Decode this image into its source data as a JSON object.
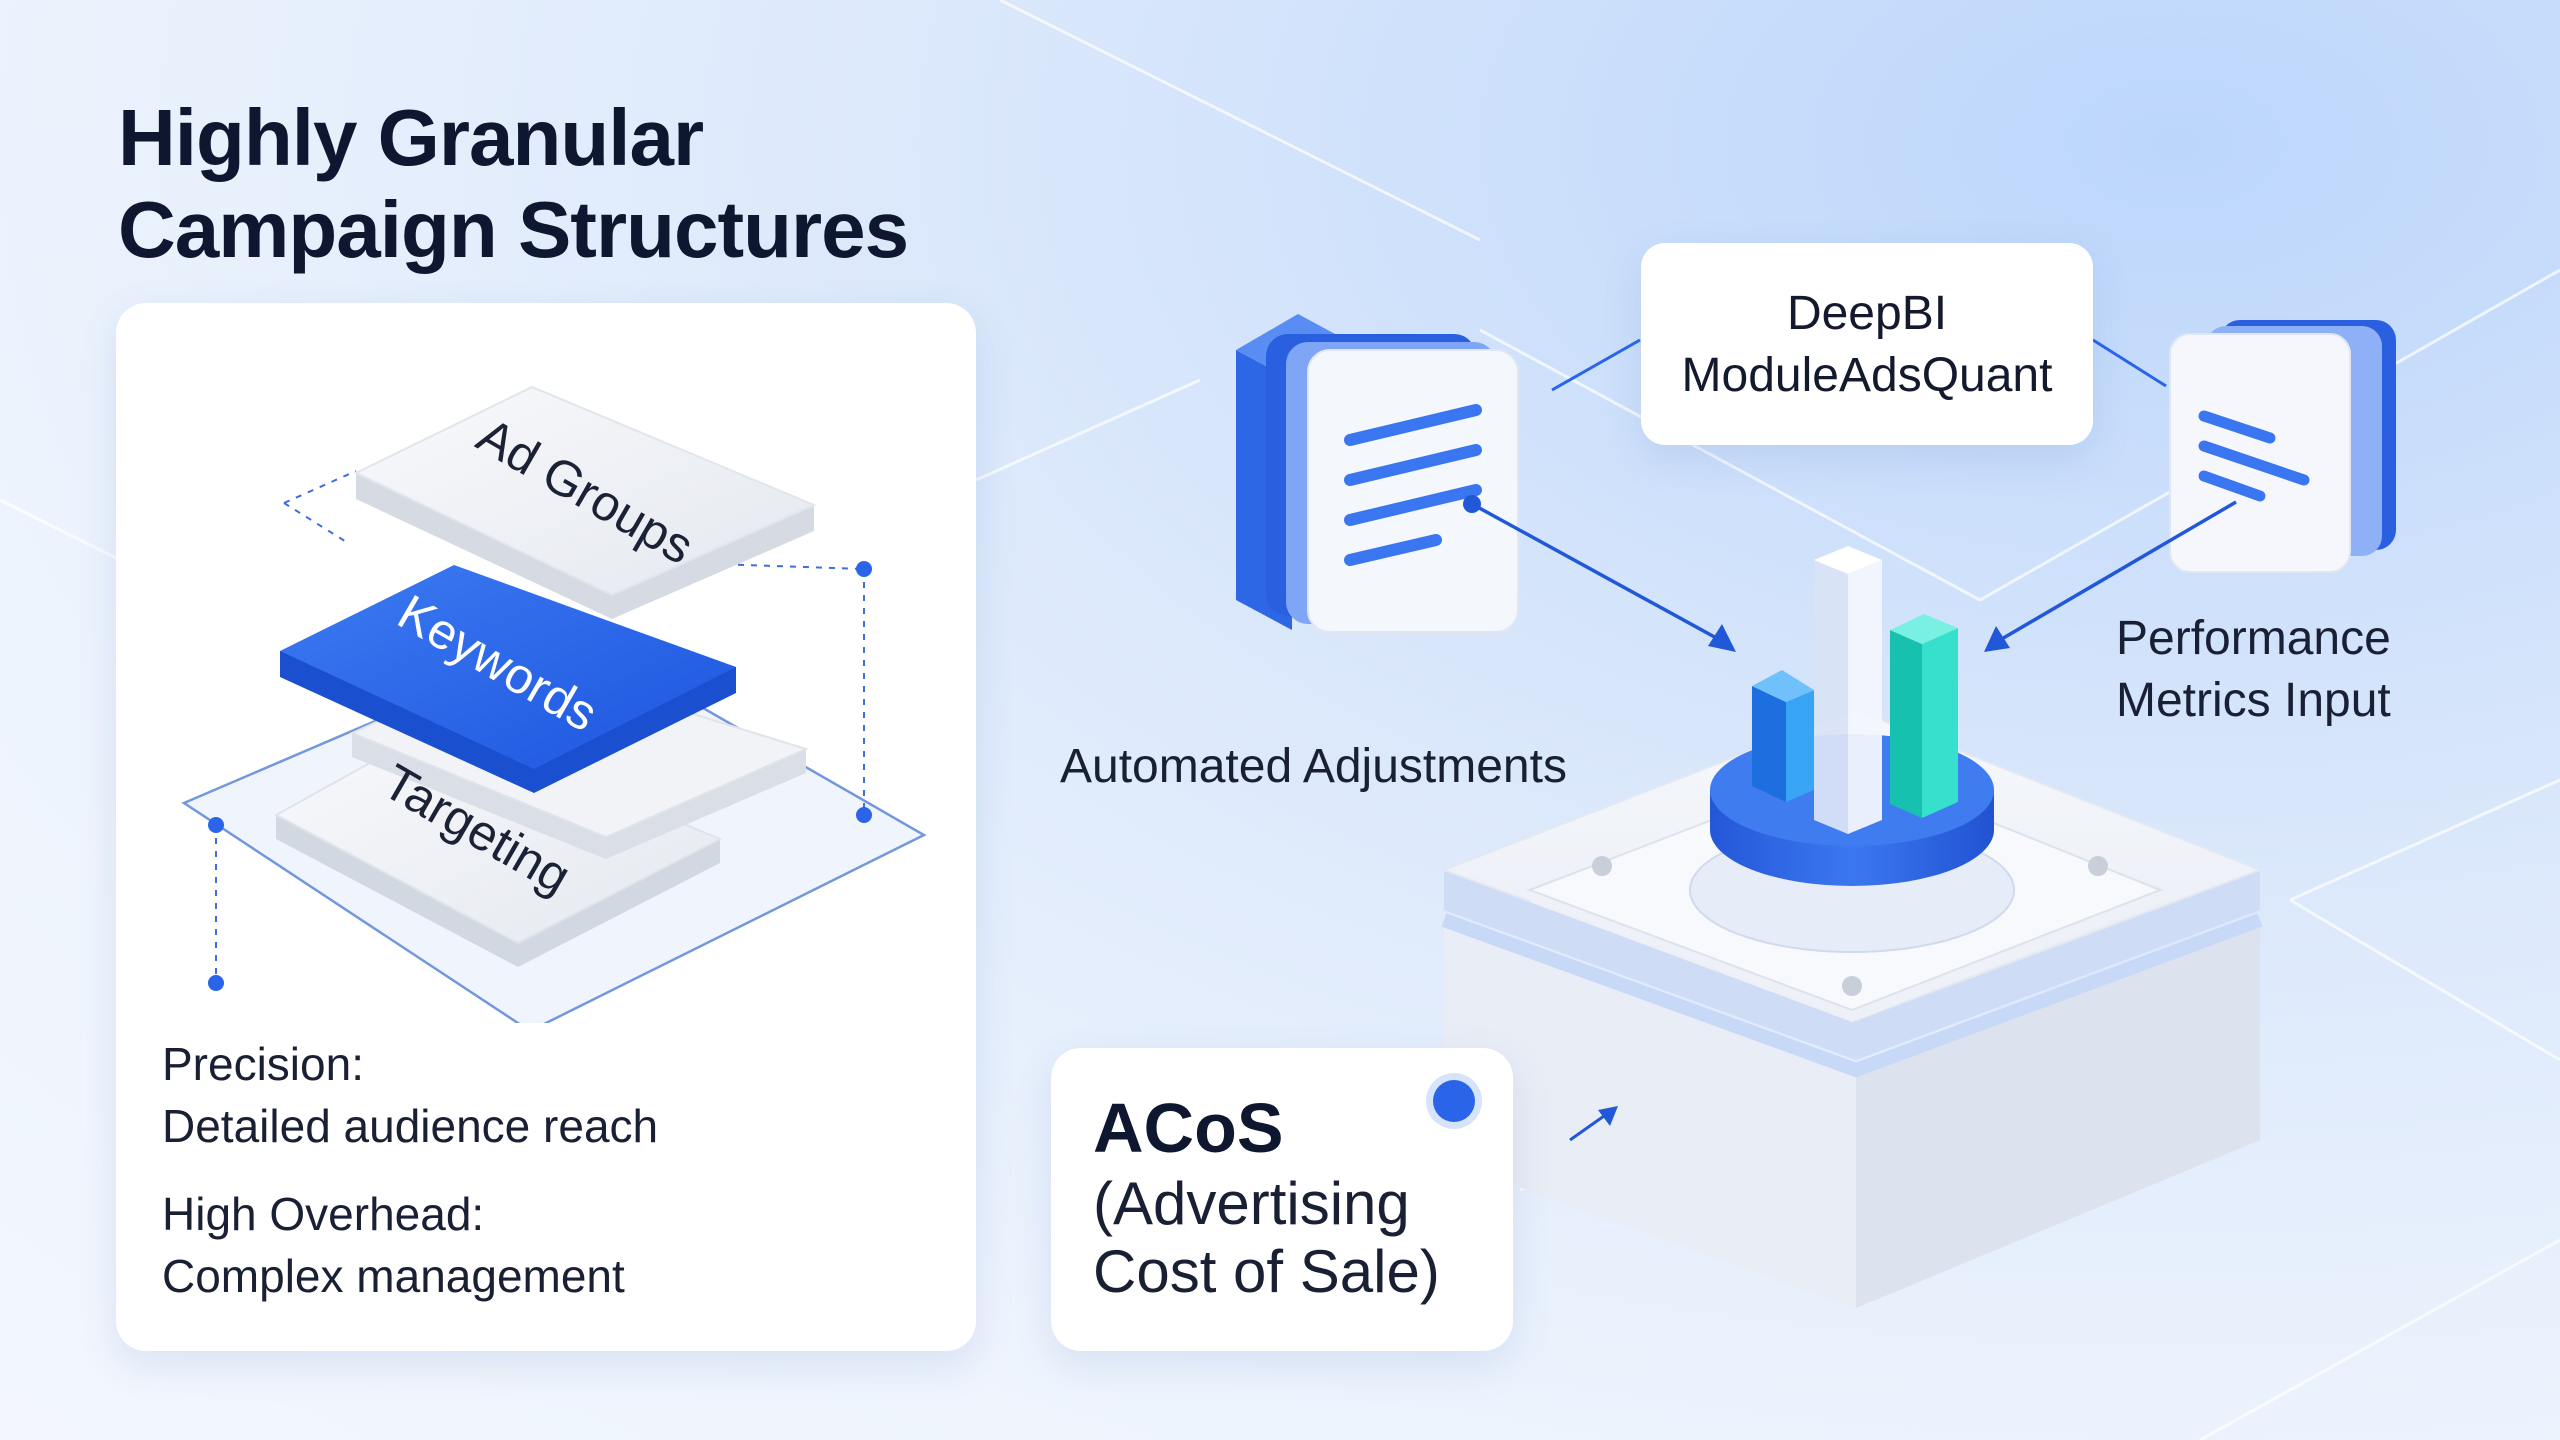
{
  "title_line1": "Highly Granular",
  "title_line2": "Campaign Structures",
  "layers": {
    "top": "Ad Groups",
    "middle": "Keywords",
    "bottom": "Targeting"
  },
  "left_notes": {
    "precision_label": "Precision:",
    "precision_text": "Detailed audience reach",
    "overhead_label": "High Overhead:",
    "overhead_text": "Complex management"
  },
  "deepbi": {
    "line1": "DeepBI",
    "line2": "ModuleAdsQuant"
  },
  "performance_line1": "Performance",
  "performance_line2": "Metrics Input",
  "automated_label": "Automated Adjustments",
  "acos": {
    "title": "ACoS",
    "line1": "(Advertising",
    "line2": "Cost of Sale)"
  },
  "colors": {
    "accent_blue": "#2a64e8",
    "teal": "#1ed3c0",
    "dark_text": "#0f1730"
  },
  "icons": [
    "document-icon",
    "chart-icon",
    "bar-chart-icon"
  ]
}
